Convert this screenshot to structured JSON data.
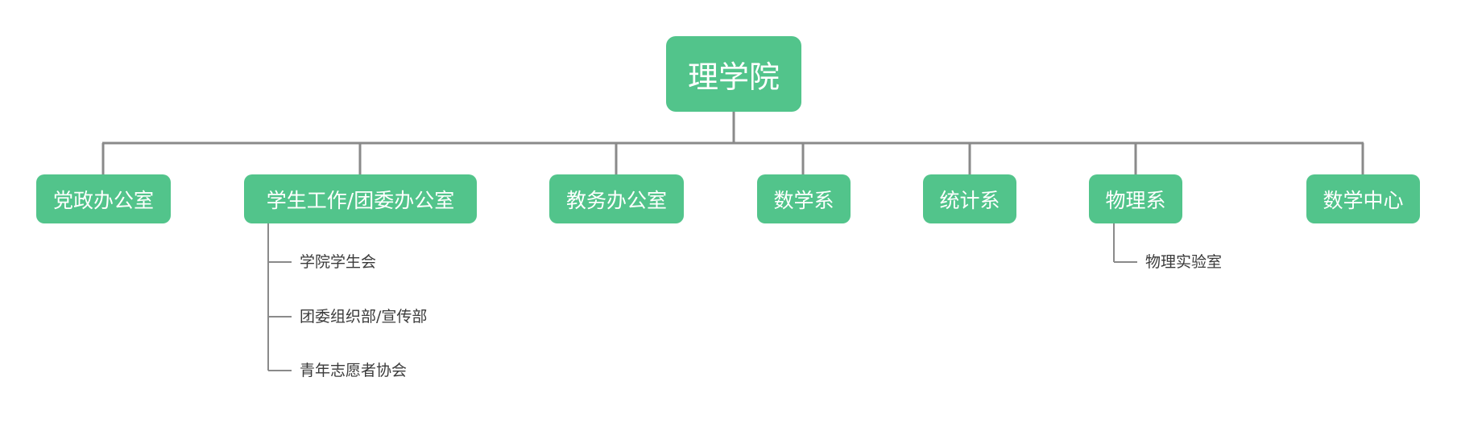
{
  "root": {
    "label": "理学院"
  },
  "departments": [
    {
      "label": "党政办公室"
    },
    {
      "label": "学生工作/团委办公室",
      "children": [
        "学院学生会",
        "团委组织部/宣传部",
        "青年志愿者协会"
      ]
    },
    {
      "label": "教务办公室"
    },
    {
      "label": "数学系"
    },
    {
      "label": "统计系"
    },
    {
      "label": "物理系",
      "children": [
        "物理实验室"
      ]
    },
    {
      "label": "数学中心"
    }
  ],
  "colors": {
    "node_fill": "#52c48b",
    "node_text": "#ffffff",
    "connector": "#8a8a8a",
    "sub_text": "#3a3a3a"
  }
}
